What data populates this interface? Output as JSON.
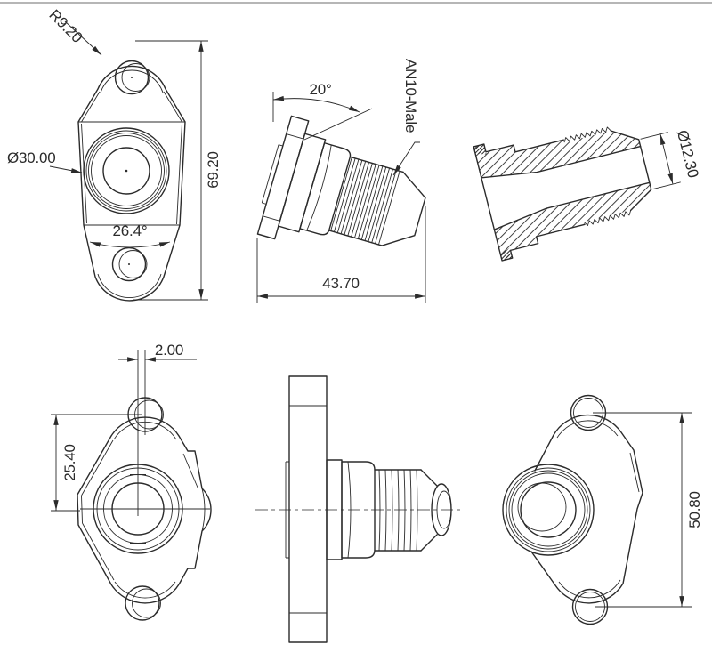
{
  "drawing": {
    "colors": {
      "line": "#2b2b2b",
      "background": "#ffffff",
      "top_rule": "#b6b6b6"
    },
    "views": {
      "front": {
        "corner_radius": "R9.20",
        "boss_diameter": "Ø30.00",
        "overall_height": "69.20",
        "taper_angle": "26.4°"
      },
      "side_tilted": {
        "tilt_angle": "20°",
        "thread_label": "AN10-Male",
        "overall_length": "43.70"
      },
      "section": {
        "tip_diameter": "Ø12.30"
      },
      "front_detail": {
        "center_offset": "2.00",
        "hole_to_center_spacing": "25.40"
      },
      "rear": {
        "hole_spacing": "50.80"
      }
    }
  }
}
